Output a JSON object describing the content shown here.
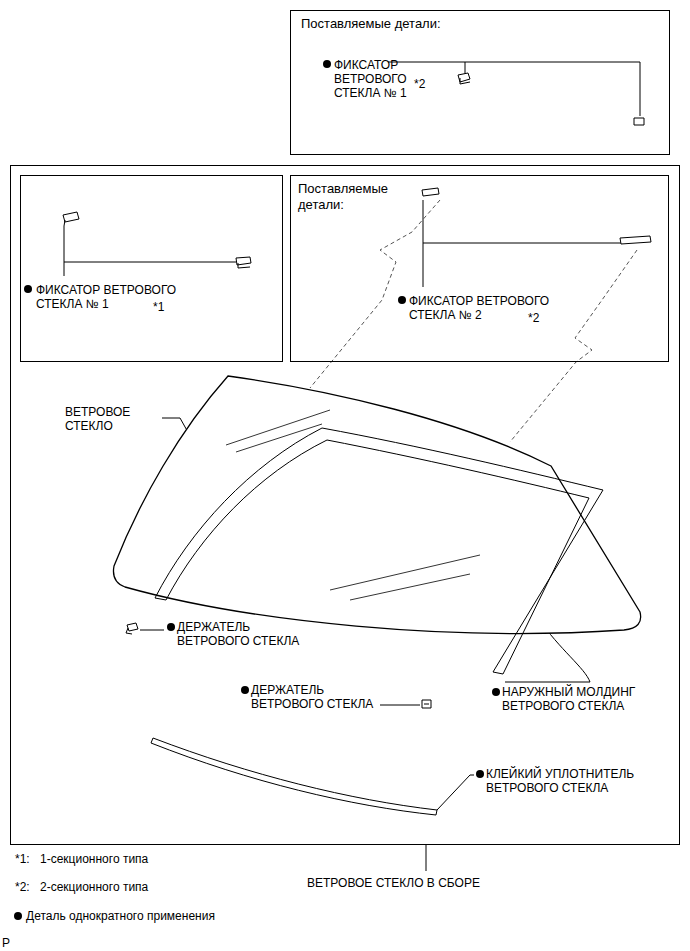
{
  "diagram": {
    "nodes": [
      {
        "text": [
          "Поставляемые детали:",
          "ФИКСАТОР ВЕТРОВОГО СТЕКЛА № 1",
          "*2"
        ]
      },
      {
        "text": []
      },
      {
        "text": [
          "ФИКСАТОР ВЕТРОВОГО СТЕКЛА № 1",
          "*1"
        ],
        "in": 1
      },
      {
        "text": [
          "Поставляемые детали:",
          "ФИКСАТОР ВЕТРОВОГО СТЕКЛА № 2",
          "*2"
        ],
        "in": 1
      }
    ],
    "labels": [
      "ВЕТРОВОЕ СТЕКЛО",
      "ДЕРЖАТЕЛЬ ВЕТРОВОГО СТЕКЛА",
      "ДЕРЖАТЕЛЬ ВЕТРОВОГО СТЕКЛА",
      "НАРУЖНЫЙ МОЛДИНГ ВЕТРОВОГО СТЕКЛА",
      "КЛЕЙКИЙ УПЛОТНИТЕЛЬ ВЕТРОВОГО СТЕКЛА",
      "ВЕТРОВОЕ СТЕКЛО В СБОРЕ",
      "*1:",
      "1-секционного типа",
      "*2:",
      "2-секционного типа",
      "P"
    ],
    "legend": [
      {
        "text": "Деталь однократного применения"
      }
    ]
  }
}
